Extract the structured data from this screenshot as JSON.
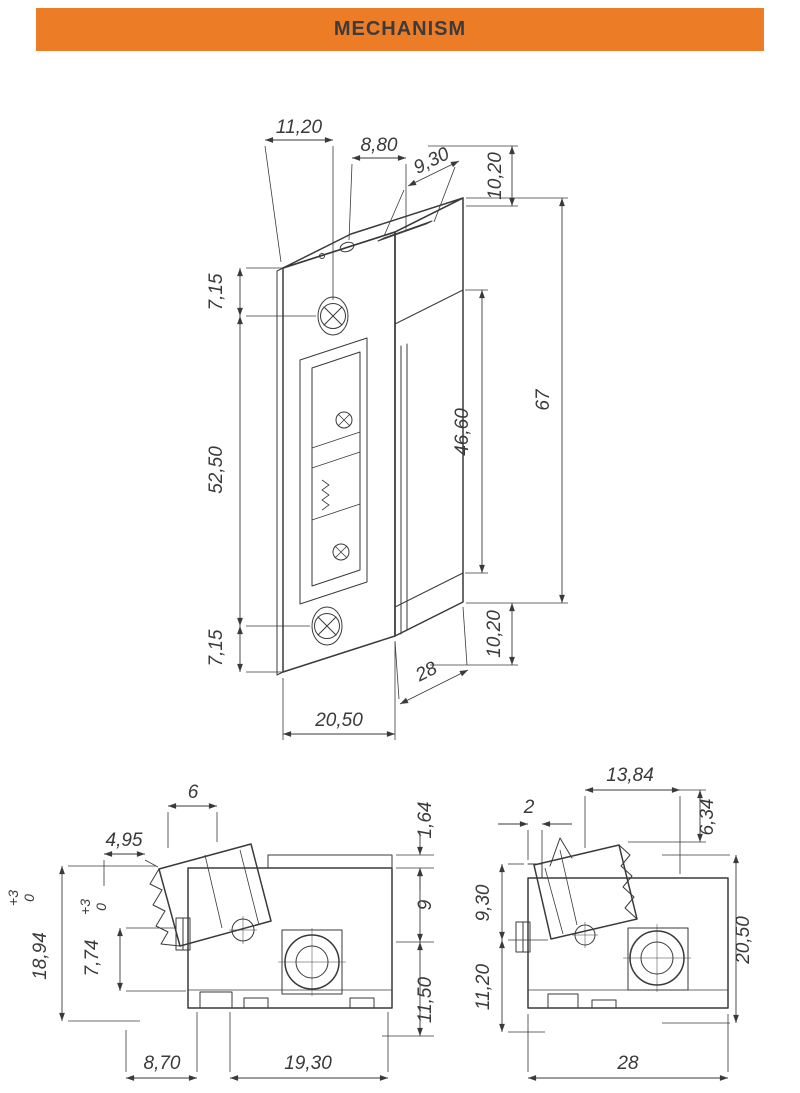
{
  "header": {
    "title": "MECHANISM"
  },
  "colors": {
    "banner": "#EC7C25",
    "ink": "#3A3A3A"
  },
  "perspective_view": {
    "dims": {
      "top_width": "11,20",
      "top_offset": "8,80",
      "back_height_top": "10,20",
      "top_depth": "9,30",
      "screw_top_offset": "7,15",
      "screw_spacing": "52,50",
      "screw_bottom_offset": "7,15",
      "cavity_height": "46,60",
      "overall_height": "67",
      "back_height_bottom": "10,20",
      "overall_depth": "28",
      "faceplate_width": "20,50"
    }
  },
  "section_view_left": {
    "dims": {
      "jaw_tip_width": "6",
      "jaw_face_offset": "4,95",
      "lip_height": "1,64",
      "upper_depth": "9",
      "total_depth": "18,94",
      "total_depth_tol_upper": "+3",
      "total_depth_tol_lower": "0",
      "jaw_depth": "7,74",
      "jaw_depth_tol_upper": "+3",
      "jaw_depth_tol_lower": "0",
      "lower_depth": "11,50",
      "left_width": "8,70",
      "right_width": "19,30"
    }
  },
  "section_view_right": {
    "dims": {
      "jaw_top_width": "13,84",
      "lip_width": "2",
      "jaw_rise": "6,34",
      "upper_depth": "9,30",
      "lower_depth": "11,20",
      "body_height": "20,50",
      "overall_width": "28"
    }
  }
}
